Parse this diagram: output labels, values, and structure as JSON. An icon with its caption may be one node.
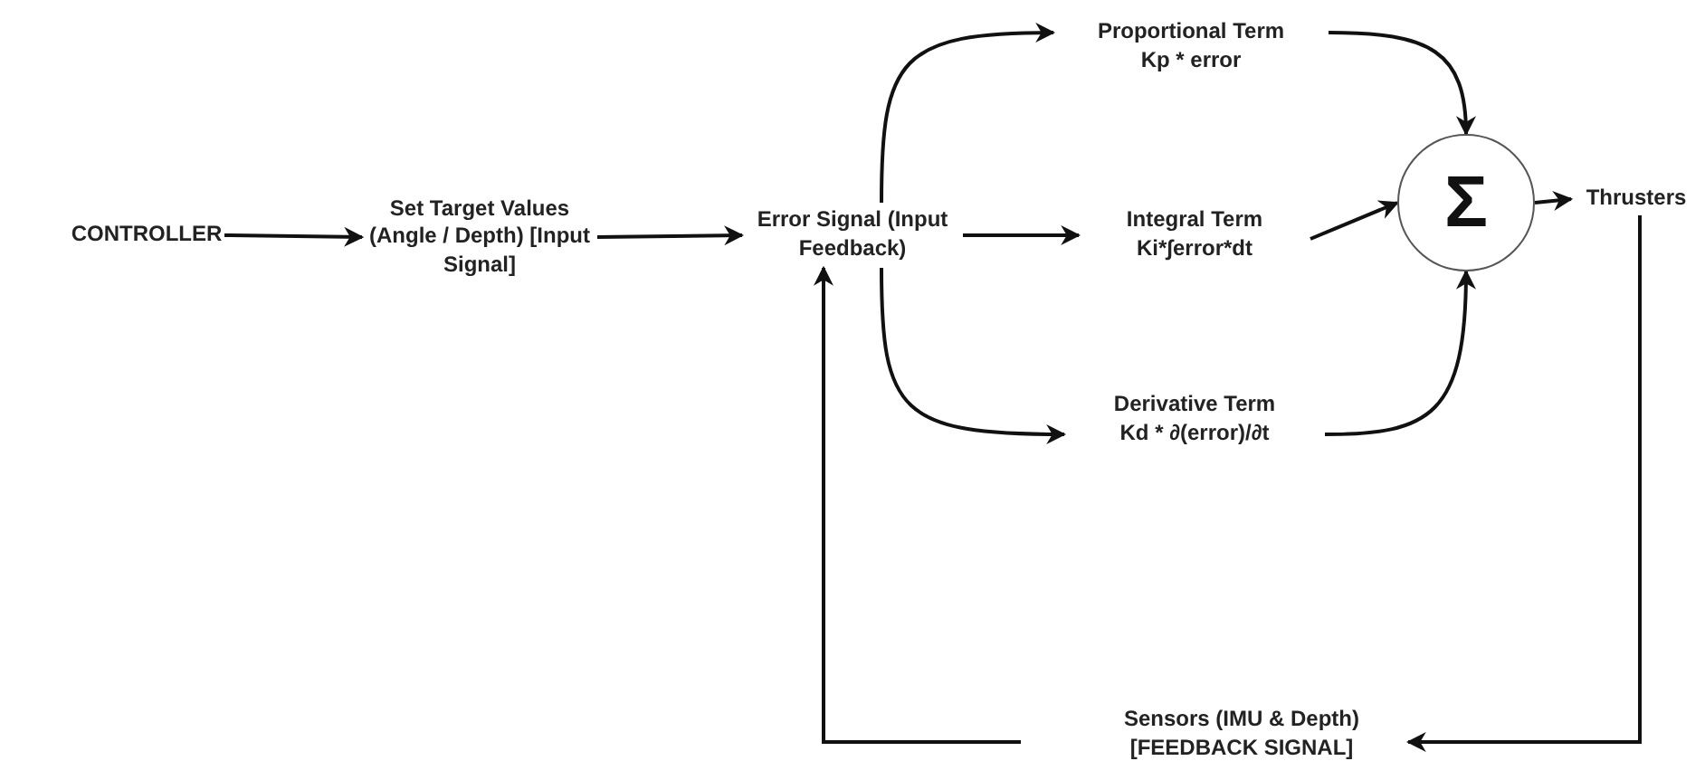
{
  "diagram": {
    "nodes": [
      {
        "text": [
          "CONTROLLER"
        ]
      },
      {
        "text": [
          "Set Target Values (Angle / Depth) [Input Signal]"
        ]
      },
      {
        "text": [
          "Error Signal (Input Feedback)"
        ]
      },
      {
        "text": [
          "Proportional Term",
          "Kp * error"
        ]
      },
      {
        "text": [
          "Integral Term",
          "Ki*∫error*dt"
        ]
      },
      {
        "text": [
          "Derivative Term",
          "Kd * ∂(error)/∂t"
        ]
      },
      {
        "text": [
          "Σ"
        ]
      },
      {
        "text": [
          "Thrusters"
        ]
      },
      {
        "text": [
          "Sensors (IMU & Depth) [FEEDBACK SIGNAL]"
        ]
      }
    ],
    "edges": [
      {
        "from": 0,
        "to": 1,
        "arrow": "to"
      },
      {
        "from": 1,
        "to": 2,
        "arrow": "to"
      },
      {
        "from": 2,
        "to": 3,
        "arrow": "to"
      },
      {
        "from": 2,
        "to": 4,
        "arrow": "to"
      },
      {
        "from": 2,
        "to": 5,
        "arrow": "to"
      },
      {
        "from": 3,
        "to": 6,
        "arrow": "to"
      },
      {
        "from": 4,
        "to": 6,
        "arrow": "to"
      },
      {
        "from": 5,
        "to": 6,
        "arrow": "to"
      },
      {
        "from": 6,
        "to": 7,
        "arrow": "to"
      },
      {
        "from": 7,
        "to": 8,
        "arrow": "to"
      },
      {
        "from": 8,
        "to": 2,
        "arrow": "to"
      }
    ]
  }
}
